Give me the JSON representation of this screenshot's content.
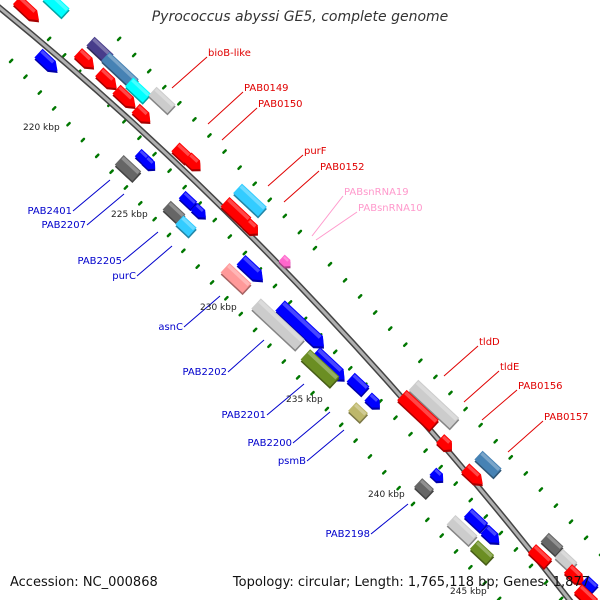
{
  "title": "Pyrococcus abyssi GE5, complete genome",
  "footer": {
    "accession": "Accession: NC_000868",
    "summary": "Topology: circular; Length: 1,765,118 bp; Genes: 1,877"
  },
  "colors": {
    "red": "#ff0000",
    "blue": "#0000ff",
    "cyan": "#33ccff",
    "aqua": "#00ffff",
    "gray": "#666666",
    "lightgray": "#cccccc",
    "steel": "#4682b4",
    "slate": "#483d8b",
    "olive": "#6b8e23",
    "khaki": "#bdb76b",
    "pink": "#ff9999",
    "violet": "#ff66cc",
    "red_label": "#e00000",
    "blue_label": "#0000cc",
    "pink_label": "#ff99cc",
    "tick_green": "#007700"
  },
  "scale_labels": [
    "220 kbp",
    "225 kbp",
    "230 kbp",
    "235 kbp",
    "240 kbp",
    "245 kbp"
  ],
  "gene_labels": [
    {
      "text": "bioB-like",
      "color": "red_label"
    },
    {
      "text": "PAB0149",
      "color": "red_label"
    },
    {
      "text": "PAB0150",
      "color": "red_label"
    },
    {
      "text": "purF",
      "color": "red_label"
    },
    {
      "text": "PAB0152",
      "color": "red_label"
    },
    {
      "text": "PABsnRNA19",
      "color": "pink_label"
    },
    {
      "text": "PABsnRNA10",
      "color": "pink_label"
    },
    {
      "text": "tldD",
      "color": "red_label"
    },
    {
      "text": "tldE",
      "color": "red_label"
    },
    {
      "text": "PAB0156",
      "color": "red_label"
    },
    {
      "text": "PAB0157",
      "color": "red_label"
    },
    {
      "text": "PAB2401",
      "color": "blue_label"
    },
    {
      "text": "PAB2207",
      "color": "blue_label"
    },
    {
      "text": "PAB2205",
      "color": "blue_label"
    },
    {
      "text": "purC",
      "color": "blue_label"
    },
    {
      "text": "asnC",
      "color": "blue_label"
    },
    {
      "text": "PAB2202",
      "color": "blue_label"
    },
    {
      "text": "PAB2201",
      "color": "blue_label"
    },
    {
      "text": "PAB2200",
      "color": "blue_label"
    },
    {
      "text": "psmB",
      "color": "blue_label"
    },
    {
      "text": "PAB2198",
      "color": "blue_label"
    }
  ]
}
